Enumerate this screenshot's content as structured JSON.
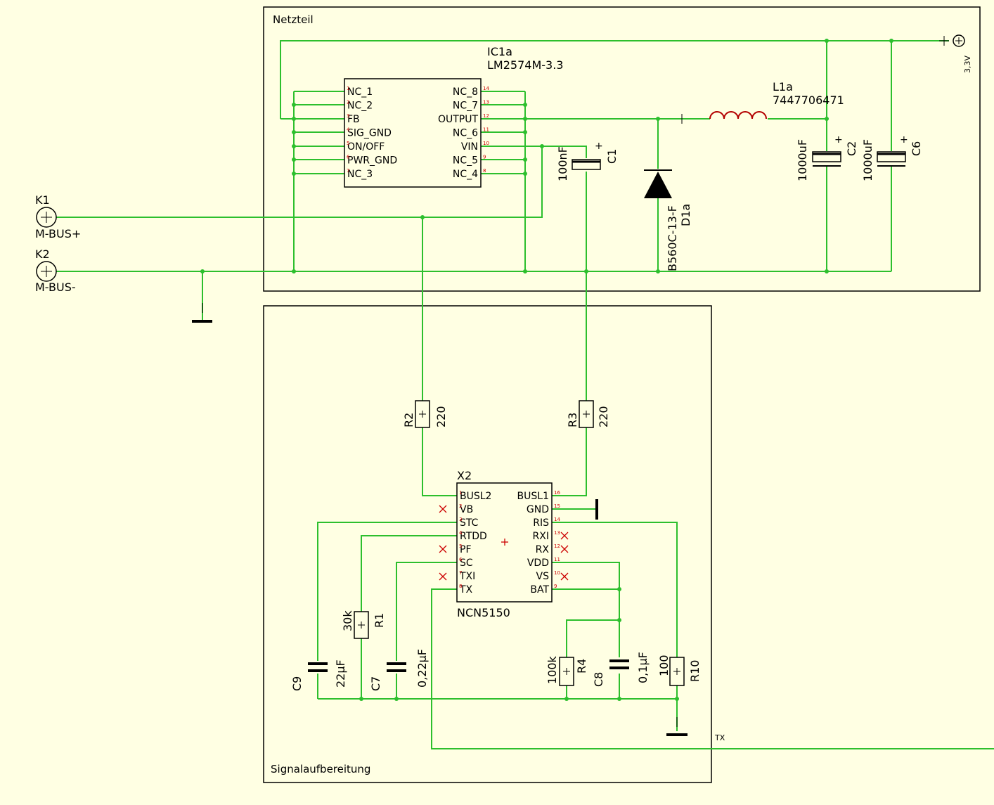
{
  "blocks": {
    "power": "Netzteil",
    "signal": "Signalaufbereitung"
  },
  "ic1": {
    "ref": "IC1a",
    "value": "LM2574M-3.3",
    "left_pins": [
      "NC_1",
      "NC_2",
      "FB",
      "SIG_GND",
      "ON/OFF",
      "PWR_GND",
      "NC_3"
    ],
    "left_nums": [
      "1",
      "2",
      "3",
      "4",
      "5",
      "6",
      "7"
    ],
    "right_pins": [
      "NC_8",
      "NC_7",
      "OUTPUT",
      "NC_6",
      "VIN",
      "NC_5",
      "NC_4"
    ],
    "right_nums": [
      "14",
      "13",
      "12",
      "11",
      "10",
      "9",
      "8"
    ]
  },
  "x2": {
    "ref": "X2",
    "value": "NCN5150",
    "left_pins": [
      "BUSL2",
      "VB",
      "STC",
      "RTDD",
      "PF",
      "SC",
      "TXI",
      "TX"
    ],
    "left_nums": [
      "1",
      "2",
      "3",
      "4",
      "5",
      "6",
      "7",
      "8"
    ],
    "right_pins": [
      "BUSL1",
      "GND",
      "RIS",
      "RXI",
      "RX",
      "VDD",
      "VS",
      "BAT"
    ],
    "right_nums": [
      "16",
      "15",
      "14",
      "13",
      "12",
      "11",
      "10",
      "9"
    ]
  },
  "connectors": {
    "k1_ref": "K1",
    "k1_label": "M-BUS+",
    "k2_ref": "K2",
    "k2_label": "M-BUS-",
    "supply_label": "3,3V"
  },
  "parts": {
    "l1_ref": "L1a",
    "l1_value": "7447706471",
    "c1_ref": "C1",
    "c1_value": "100nF",
    "d1_ref": "D1a",
    "d1_value": "B560C-13-F",
    "c2_ref": "C2",
    "c2_value": "1000uF",
    "c6_ref": "C6",
    "c6_value": "1000uF",
    "r2_ref": "R2",
    "r2_value": "220",
    "r3_ref": "R3",
    "r3_value": "220",
    "r1_ref": "R1",
    "r1_value": "30k",
    "c9_ref": "C9",
    "c9_value": "22µF",
    "c7_ref": "C7",
    "c7_value": "0,22µF",
    "r4_ref": "R4",
    "r4_value": "100k",
    "c8_ref": "C8",
    "c8_value": "0,1µF",
    "r10_ref": "R10",
    "r10_value": "100"
  },
  "nets": {
    "tx_label": "TX"
  },
  "colors": {
    "background": "#ffffe3",
    "wire": "#2dbf2d",
    "pin": "#b30000",
    "outline": "#000000"
  }
}
